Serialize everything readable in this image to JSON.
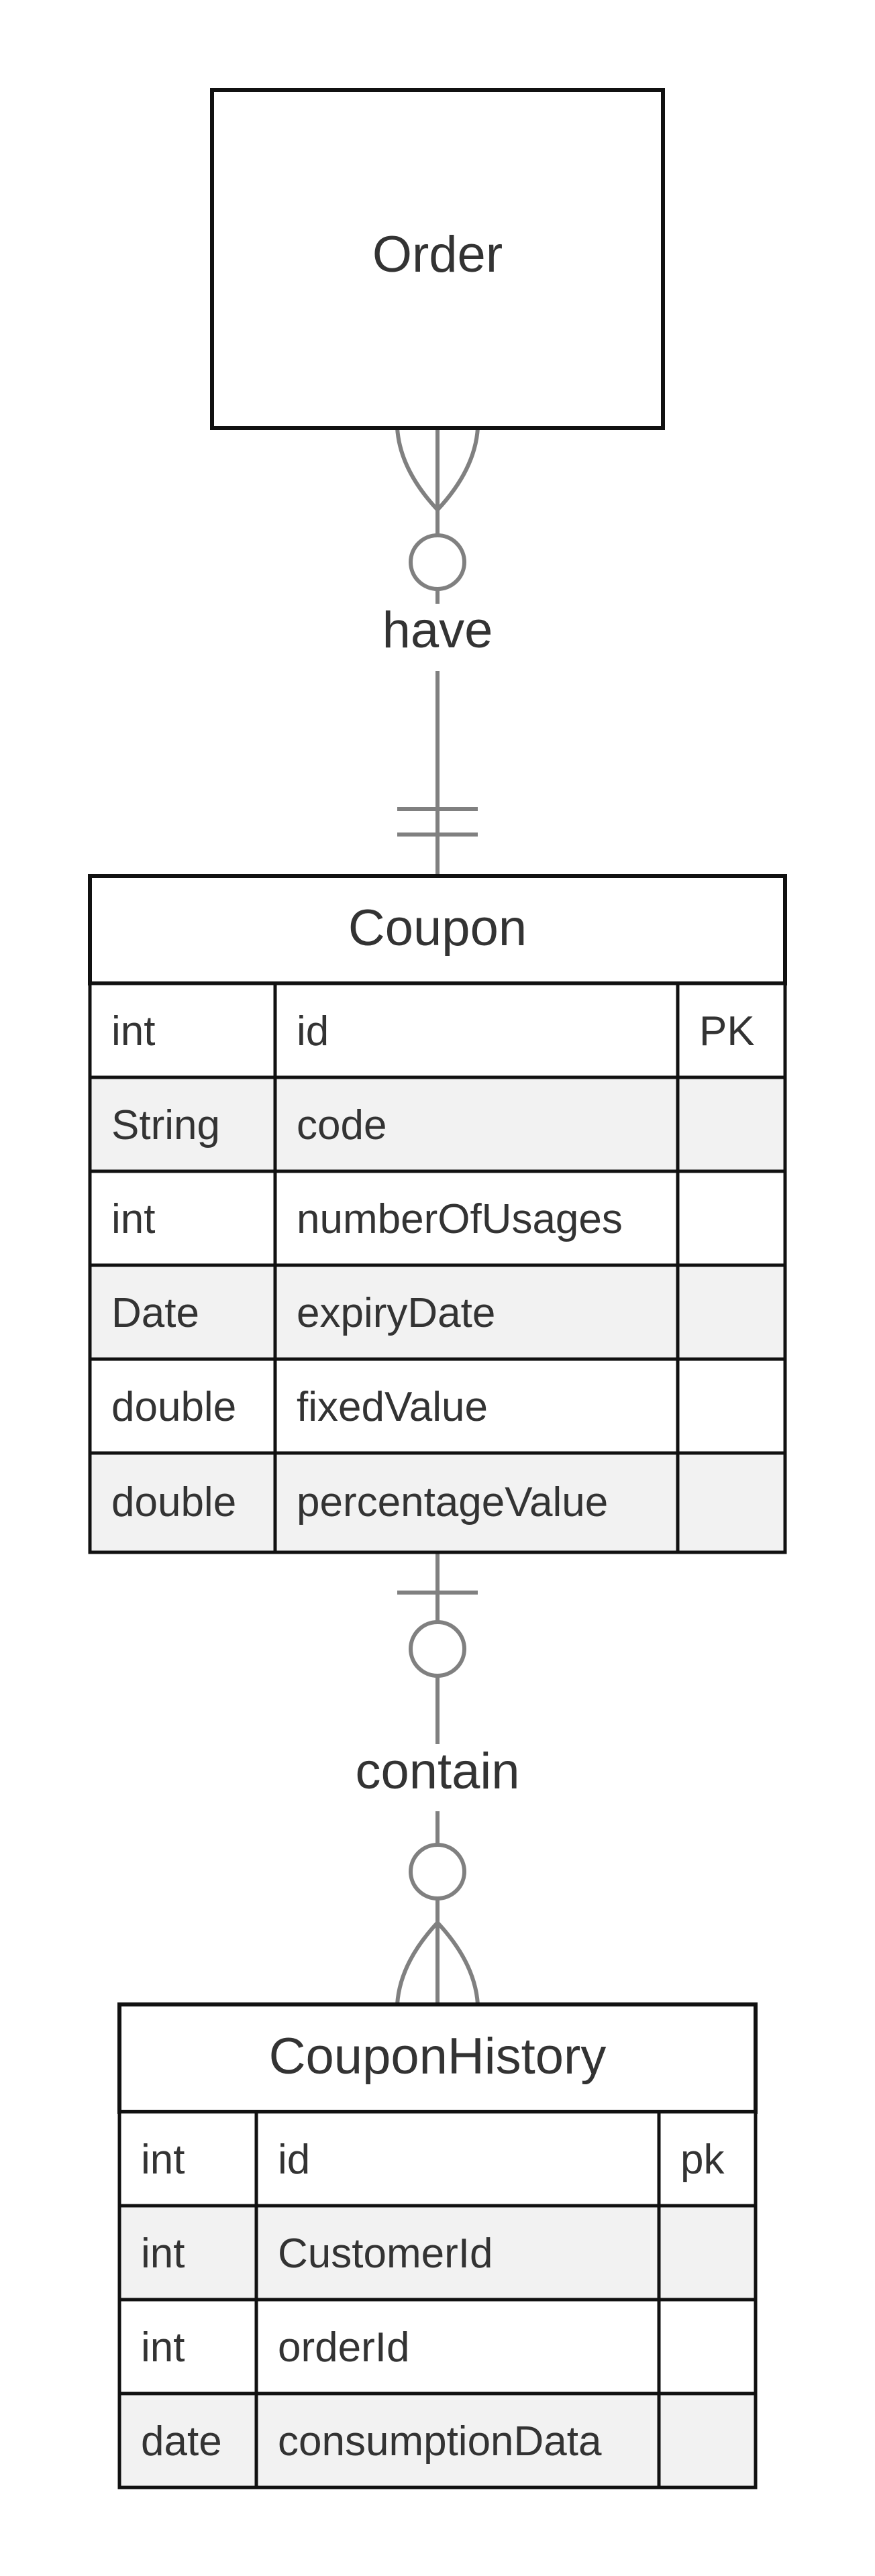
{
  "entities": {
    "order": {
      "title": "Order"
    },
    "coupon": {
      "title": "Coupon",
      "rows": [
        {
          "type": "int",
          "name": "id",
          "key": "PK"
        },
        {
          "type": "String",
          "name": "code",
          "key": ""
        },
        {
          "type": "int",
          "name": "numberOfUsages",
          "key": ""
        },
        {
          "type": "Date",
          "name": "expiryDate",
          "key": ""
        },
        {
          "type": "double",
          "name": "fixedValue",
          "key": ""
        },
        {
          "type": "double",
          "name": "percentageValue",
          "key": ""
        }
      ]
    },
    "coupon_history": {
      "title": "CouponHistory",
      "rows": [
        {
          "type": "int",
          "name": "id",
          "key": "pk"
        },
        {
          "type": "int",
          "name": "CustomerId",
          "key": ""
        },
        {
          "type": "int",
          "name": "orderId",
          "key": ""
        },
        {
          "type": "date",
          "name": "consumptionData",
          "key": ""
        }
      ]
    }
  },
  "relationships": {
    "order_coupon": {
      "label": "have"
    },
    "coupon_history": {
      "label": "contain"
    }
  },
  "colors": {
    "line": "#808080",
    "border": "#111111",
    "alt_row": "#f2f2f2",
    "text": "#333333"
  }
}
